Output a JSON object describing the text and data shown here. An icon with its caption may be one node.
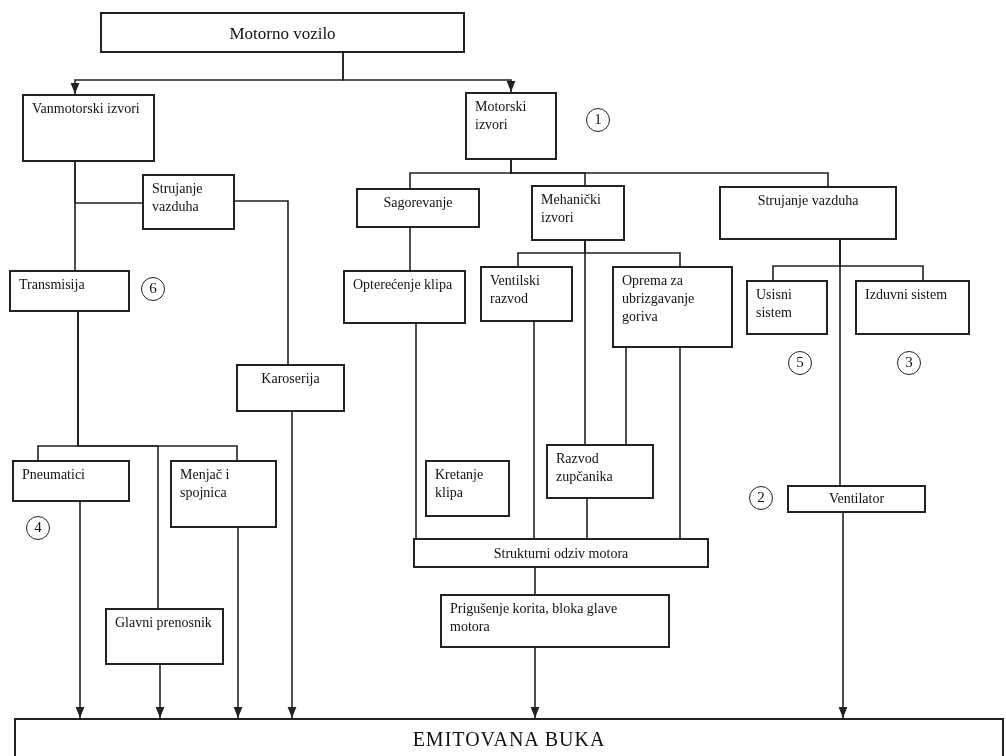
{
  "diagram": {
    "nodes": [
      {
        "text": [
          "Motorno vozilo"
        ]
      },
      {
        "text": [
          "Vanmotorski izvori"
        ]
      },
      {
        "text": [
          "Motorski izvori"
        ],
        "beside": [
          "1"
        ]
      },
      {
        "text": [
          "Strujanje vazduha"
        ]
      },
      {
        "text": [
          "Transmisija"
        ],
        "beside": [
          "6"
        ]
      },
      {
        "text": [
          "Karoserija"
        ]
      },
      {
        "text": [
          "Sagorevanje"
        ]
      },
      {
        "text": [
          "Mehanički izvori"
        ]
      },
      {
        "text": [
          "Strujanje vazduha"
        ]
      },
      {
        "text": [
          "Opterećenje klipa"
        ]
      },
      {
        "text": [
          "Ventilski razvod"
        ]
      },
      {
        "text": [
          "Oprema za ubrizgavanje goriva"
        ]
      },
      {
        "text": [
          "Usisni sistem"
        ],
        "beside": [
          "5"
        ]
      },
      {
        "text": [
          "Izduvni sistem"
        ],
        "beside": [
          "3"
        ]
      },
      {
        "text": [
          "Pneumatici"
        ],
        "beside": [
          "4"
        ]
      },
      {
        "text": [
          "Menjač i spojnica"
        ]
      },
      {
        "text": [
          "Kretanje klipa"
        ]
      },
      {
        "text": [
          "Razvod zupčanika"
        ]
      },
      {
        "text": [
          "Ventilator"
        ],
        "beside": [
          "2"
        ]
      },
      {
        "text": [
          "Glavni prenosnik"
        ]
      },
      {
        "text": [
          "Strukturni odziv motora"
        ]
      },
      {
        "text": [
          "Prigušenje korita, bloka glave motora"
        ]
      },
      {
        "text": [
          "EMITOVANA BUKA"
        ]
      }
    ],
    "edges": [
      {
        "from": 0,
        "to": 1,
        "arrow": "to"
      },
      {
        "from": 0,
        "to": 2,
        "arrow": "to"
      },
      {
        "from": 1,
        "to": 3,
        "arrow": "none"
      },
      {
        "from": 1,
        "to": 4,
        "arrow": "none"
      },
      {
        "from": 3,
        "to": 5,
        "arrow": "none"
      },
      {
        "from": 2,
        "to": 6,
        "arrow": "none"
      },
      {
        "from": 2,
        "to": 7,
        "arrow": "none"
      },
      {
        "from": 2,
        "to": 8,
        "arrow": "none"
      },
      {
        "from": 6,
        "to": 9,
        "arrow": "none"
      },
      {
        "from": 7,
        "to": 10,
        "arrow": "none"
      },
      {
        "from": 7,
        "to": 11,
        "arrow": "none"
      },
      {
        "from": 7,
        "to": 17,
        "arrow": "none"
      },
      {
        "from": 11,
        "to": 17,
        "arrow": "none"
      },
      {
        "from": 11,
        "to": 20,
        "arrow": "none"
      },
      {
        "from": 8,
        "to": 12,
        "arrow": "none"
      },
      {
        "from": 8,
        "to": 13,
        "arrow": "none"
      },
      {
        "from": 8,
        "to": 18,
        "arrow": "none"
      },
      {
        "from": 9,
        "to": 20,
        "arrow": "none"
      },
      {
        "from": 10,
        "to": 20,
        "arrow": "none"
      },
      {
        "from": 17,
        "to": 20,
        "arrow": "none"
      },
      {
        "from": 20,
        "to": 21,
        "arrow": "none"
      },
      {
        "from": 21,
        "to": 22,
        "arrow": "to"
      },
      {
        "from": 18,
        "to": 22,
        "arrow": "to"
      },
      {
        "from": 4,
        "to": 14,
        "arrow": "none"
      },
      {
        "from": 4,
        "to": 15,
        "arrow": "none"
      },
      {
        "from": 4,
        "to": 19,
        "arrow": "none"
      },
      {
        "from": 14,
        "to": 22,
        "arrow": "to"
      },
      {
        "from": 19,
        "to": 22,
        "arrow": "to"
      },
      {
        "from": 15,
        "to": 22,
        "arrow": "to"
      },
      {
        "from": 5,
        "to": 22,
        "arrow": "to"
      }
    ]
  }
}
